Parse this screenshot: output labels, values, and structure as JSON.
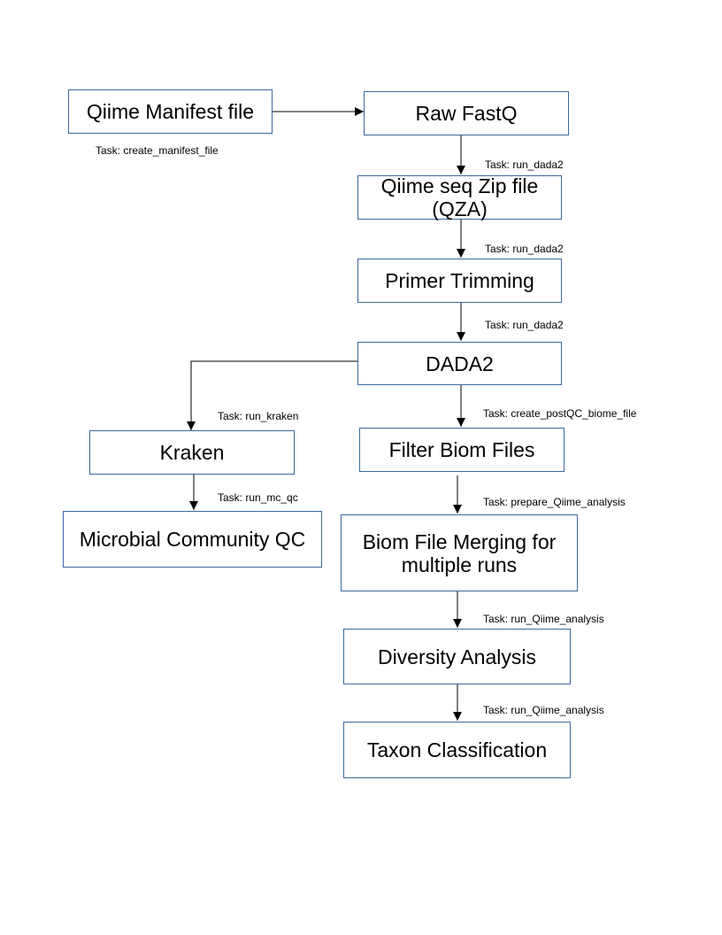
{
  "nodes": {
    "manifest": "Qiime Manifest file",
    "raw_fastq": "Raw FastQ",
    "qza_line1": "Qiime seq Zip file",
    "qza_line2": "(QZA)",
    "primer": "Primer Trimming",
    "dada2": "DADA2",
    "kraken": "Kraken",
    "mcqc": "Microbial Community QC",
    "filter_biom": "Filter Biom Files",
    "merge_line1": "Biom File Merging for",
    "merge_line2": "multiple runs",
    "diversity": "Diversity Analysis",
    "taxon": "Taxon Classification"
  },
  "tasks": {
    "create_manifest": "Task: create_manifest_file",
    "to_qza": "Task: run_dada2",
    "to_primer": "Task: run_dada2",
    "to_dada2": "Task: run_dada2",
    "to_kraken": "Task: run_kraken",
    "to_mcqc": "Task: run_mc_qc",
    "to_filter": "Task: create_postQC_biome_file",
    "to_merge": "Task: prepare_Qiime_analysis",
    "to_diversity": "Task: run_Qiime_analysis",
    "to_taxon": "Task: run_Qiime_analysis"
  },
  "colors": {
    "box_border": "#3c6aa0",
    "arrow": "#000000"
  }
}
